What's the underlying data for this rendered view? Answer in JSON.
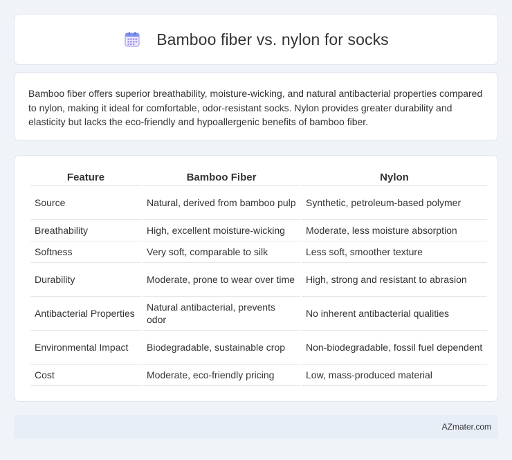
{
  "header": {
    "title": "Bamboo fiber vs. nylon for socks",
    "icon": "calendar-icon"
  },
  "summary": {
    "text": "Bamboo fiber offers superior breathability, moisture-wicking, and natural antibacterial properties compared to nylon, making it ideal for comfortable, odor-resistant socks. Nylon provides greater durability and elasticity but lacks the eco-friendly and hypoallergenic benefits of bamboo fiber."
  },
  "table": {
    "headers": [
      "Feature",
      "Bamboo Fiber",
      "Nylon"
    ],
    "rows": [
      [
        "Source",
        "Natural, derived from bamboo pulp",
        "Synthetic, petroleum-based polymer"
      ],
      [
        "Breathability",
        "High, excellent moisture-wicking",
        "Moderate, less moisture absorption"
      ],
      [
        "Softness",
        "Very soft, comparable to silk",
        "Less soft, smoother texture"
      ],
      [
        "Durability",
        "Moderate, prone to wear over time",
        "High, strong and resistant to abrasion"
      ],
      [
        "Antibacterial Properties",
        "Natural antibacterial, prevents odor",
        "No inherent antibacterial qualities"
      ],
      [
        "Environmental Impact",
        "Biodegradable, sustainable crop",
        "Non-biodegradable, fossil fuel dependent"
      ],
      [
        "Cost",
        "Moderate, eco-friendly pricing",
        "Low, mass-produced material"
      ]
    ]
  },
  "footer": {
    "brand": "AZmater.com"
  },
  "colors": {
    "background": "#f0f3f8",
    "footer_bg": "#e8eef8",
    "icon_accent": "#8a7cf0"
  }
}
